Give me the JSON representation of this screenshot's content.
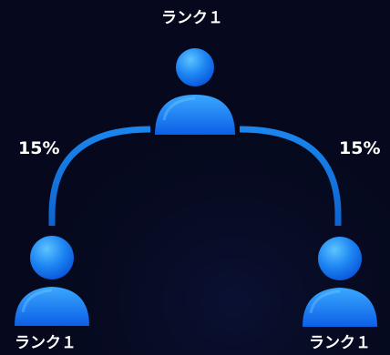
{
  "nodes": {
    "top": {
      "rank_label": "ランク１"
    },
    "left": {
      "rank_label": "ランク１"
    },
    "right": {
      "rank_label": "ランク１"
    }
  },
  "connections": {
    "left": {
      "percent_label": "15%"
    },
    "right": {
      "percent_label": "15%"
    }
  },
  "colors": {
    "background": "#06091d",
    "person_light": "#4fb6ff",
    "person_dark": "#0b5ee8",
    "connector": "#1677e0",
    "text": "#ffffff"
  },
  "icons": [
    "person-icon"
  ]
}
